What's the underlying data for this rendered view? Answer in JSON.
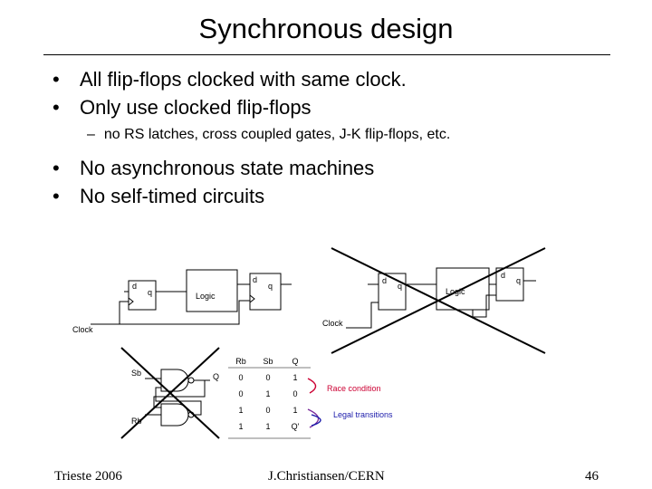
{
  "title": "Synchronous design",
  "bullets_top": [
    "All flip-flops clocked with same clock.",
    "Only use clocked flip-flops"
  ],
  "sub_bullet": {
    "dash": "–",
    "text": "no RS latches, cross coupled gates, J-K flip-flops, etc."
  },
  "bullets_bottom": [
    "No asynchronous state machines",
    "No self-timed circuits"
  ],
  "diagram": {
    "ff_d": "d",
    "ff_q": "q",
    "logic": "Logic",
    "clock": "Clock",
    "latch_sb": "Sb",
    "latch_rb": "Rb",
    "latch_q": "Q",
    "table_headers": [
      "Rb",
      "Sb",
      "Q"
    ],
    "table_rows": [
      [
        "0",
        "0",
        "1"
      ],
      [
        "0",
        "1",
        "0"
      ],
      [
        "1",
        "0",
        "1"
      ],
      [
        "1",
        "1",
        "Q'"
      ]
    ],
    "race_condition": "Race condition",
    "legal_transitions": "Legal transitions"
  },
  "colors": {
    "annotation_red": "#cc0033",
    "annotation_purple": "#7a2a9a",
    "annotation_blue": "#1a1aaa"
  },
  "footer": {
    "left": "Trieste 2006",
    "center": "J.Christiansen/CERN",
    "page": "46"
  }
}
